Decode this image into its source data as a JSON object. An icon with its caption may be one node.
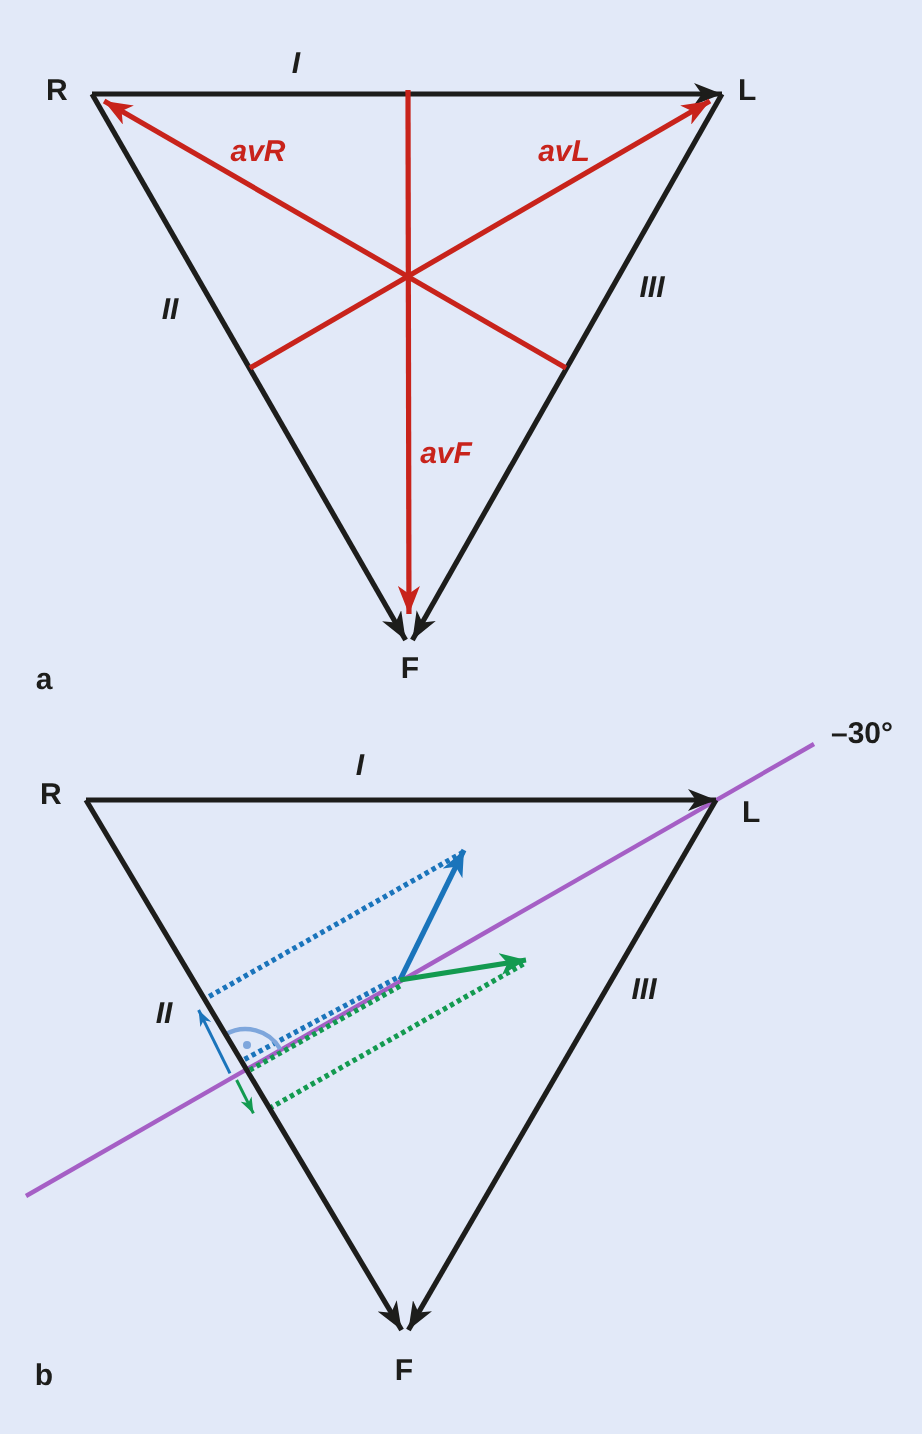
{
  "diagram": {
    "nodes": [
      {
        "text": [
          "R"
        ]
      },
      {
        "text": [
          "L"
        ]
      },
      {
        "text": [
          "F"
        ]
      },
      {
        "text": [
          "R"
        ]
      },
      {
        "text": [
          "L"
        ]
      },
      {
        "text": [
          "F"
        ]
      }
    ],
    "edges": [
      {
        "from": 0,
        "to": 1,
        "arrow": "to",
        "label": "I"
      },
      {
        "from": 0,
        "to": 2,
        "arrow": "to",
        "label": "II"
      },
      {
        "from": 1,
        "to": 2,
        "arrow": "to",
        "label": "III"
      },
      {
        "from": null,
        "to": 0,
        "arrow": "to",
        "label": "avR",
        "color": "#c8231b"
      },
      {
        "from": null,
        "to": 1,
        "arrow": "to",
        "label": "avL",
        "color": "#c8231b"
      },
      {
        "from": null,
        "to": 2,
        "arrow": "to",
        "label": "avF",
        "color": "#c8231b"
      },
      {
        "from": 3,
        "to": 4,
        "arrow": "to",
        "label": "I"
      },
      {
        "from": 3,
        "to": 5,
        "arrow": "to",
        "label": "II"
      },
      {
        "from": 4,
        "to": 5,
        "arrow": "to",
        "label": "III"
      }
    ],
    "labels": [
      "a",
      "–30°",
      "b"
    ]
  }
}
